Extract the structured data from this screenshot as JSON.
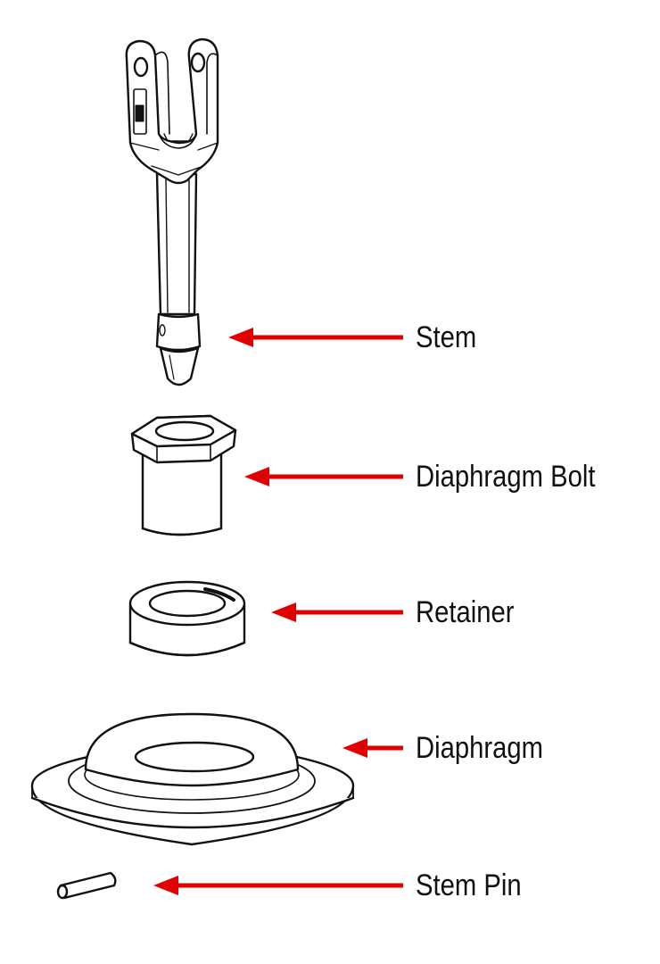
{
  "colors": {
    "arrow": "#e00000",
    "line": "#111111",
    "fill": "#ffffff",
    "background": "#ffffff"
  },
  "parts": [
    {
      "label": "Stem",
      "icon": "stem-icon"
    },
    {
      "label": "Diaphragm Bolt",
      "icon": "diaphragm-bolt-icon"
    },
    {
      "label": "Retainer",
      "icon": "retainer-icon"
    },
    {
      "label": "Diaphragm",
      "icon": "diaphragm-icon"
    },
    {
      "label": "Stem Pin",
      "icon": "stem-pin-icon"
    }
  ]
}
